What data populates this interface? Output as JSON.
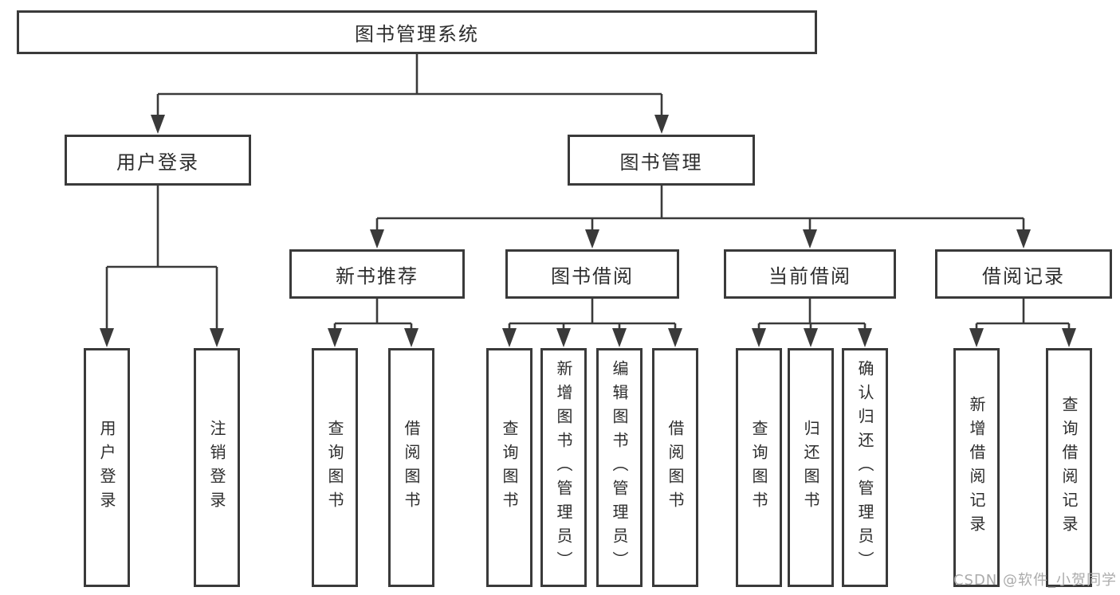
{
  "diagram": {
    "root": {
      "label": "图书管理系统"
    },
    "level2": [
      {
        "label": "用户登录"
      },
      {
        "label": "图书管理"
      }
    ],
    "level3": [
      {
        "label": "新书推荐"
      },
      {
        "label": "图书借阅"
      },
      {
        "label": "当前借阅"
      },
      {
        "label": "借阅记录"
      }
    ],
    "leaves": {
      "user_login": [
        "用户登录",
        "注销登录"
      ],
      "new_book_recommend": [
        "查询图书",
        "借阅图书"
      ],
      "book_borrow": [
        "查询图书",
        "新增图书（管理员）",
        "编辑图书（管理员）",
        "借阅图书"
      ],
      "current_borrow": [
        "查询图书",
        "归还图书",
        "确认归还（管理员）"
      ],
      "borrow_record": [
        "新增借阅记录",
        "查询借阅记录"
      ]
    }
  },
  "watermark": "CSDN @软件_小贺同学",
  "colors": {
    "line": "#3a3a3a",
    "text": "#2d2d2d",
    "watermark": "#ababab",
    "background": "#ffffff"
  }
}
